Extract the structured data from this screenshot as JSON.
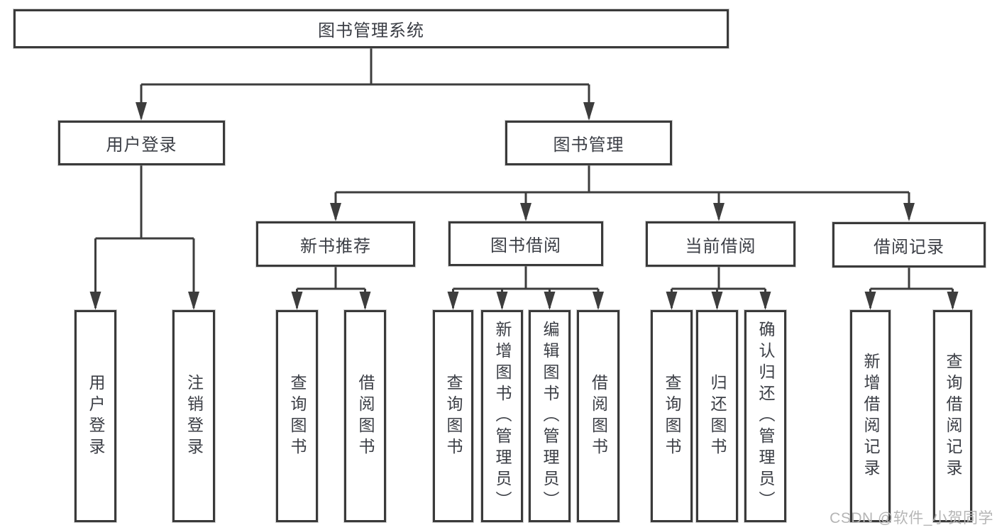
{
  "diagram": {
    "root": "图书管理系统",
    "branches": {
      "user_login": "用户登录",
      "book_mgmt": "图书管理"
    },
    "modules": {
      "new_books": "新书推荐",
      "book_borrow": "图书借阅",
      "current_borrow": "当前借阅",
      "borrow_records": "借阅记录"
    },
    "leaves": {
      "login": "用户登录",
      "logout": "注销登录",
      "nb_query": "查询图书",
      "nb_borrow": "借阅图书",
      "bb_query": "查询图书",
      "bb_add": "新增图书（管理员）",
      "bb_edit": "编辑图书（管理员）",
      "bb_borrow": "借阅图书",
      "cb_query": "查询图书",
      "cb_return": "归还图书",
      "cb_confirm": "确认归还（管理员）",
      "br_add": "新增借阅记录",
      "br_query": "查询借阅记录"
    }
  },
  "watermark": "CSDN @软件_小贺同学",
  "colors": {
    "line": "#3d3d3d",
    "box_border": "#3a3a3a",
    "box_fill": "#ffffff",
    "text": "#3b3e45",
    "watermark": "#b5b5b5",
    "background": "#ffffff"
  }
}
